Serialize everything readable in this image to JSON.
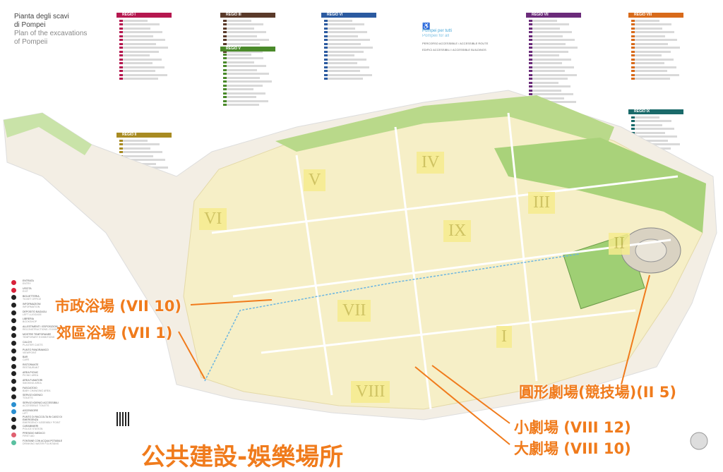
{
  "title": {
    "it": "Pianta degli scavi di Pompei",
    "en": "Plan of the excavations of Pompeii",
    "it_l1": "Pianta degli scavi",
    "it_l2": "di Pompei",
    "en_l1": "Plan of the excavations",
    "en_l2": "of Pompeii"
  },
  "regio_headers": [
    {
      "label": "REGIO I",
      "color": "#b5174f"
    },
    {
      "label": "REGIO II",
      "color": "#a88b22"
    },
    {
      "label": "REGIO III",
      "color": "#5a3a2a"
    },
    {
      "label": "REGIO V",
      "color": "#4a8a2a"
    },
    {
      "label": "REGIO VI",
      "color": "#2b5aa0"
    },
    {
      "label": "REGIO VII",
      "color": "#6b2b7a"
    },
    {
      "label": "REGIO VIII",
      "color": "#d86a1a"
    },
    {
      "label": "REGIO IX",
      "color": "#1a6a6a"
    }
  ],
  "accessibility": {
    "title_it": "Pompei per tutti",
    "title_en": "Pompeii for all",
    "route": "PERCORSO ACCESSIBILE / ACCESSIBLE ROUTE",
    "building": "EDIFICI ACCESSIBILI / ACCESSIBLE BUILDINGS"
  },
  "legend": [
    {
      "it": "ENTRATA",
      "en": "ENTRY",
      "color": "#d8223a"
    },
    {
      "it": "USCITA",
      "en": "EXIT",
      "color": "#d8223a"
    },
    {
      "it": "BIGLIETTERIA",
      "en": "TICKET OFFICE",
      "color": "#222"
    },
    {
      "it": "INFORMAZIONI",
      "en": "INFORMATION",
      "color": "#222"
    },
    {
      "it": "DEPOSITO BAGAGLI",
      "en": "LEFT LUGGAGE",
      "color": "#222"
    },
    {
      "it": "LIBRERIA",
      "en": "BOOKSHOP",
      "color": "#222"
    },
    {
      "it": "ALLESTIMENTI / ESPOSIZIONI",
      "en": "RECONSTRUCTIONS / EXHIBITS",
      "color": "#222"
    },
    {
      "it": "MOSTRE TEMPORANEE",
      "en": "TEMPORARY EXHIBITIONS",
      "color": "#222"
    },
    {
      "it": "CALCHI",
      "en": "PLASTER CASTS",
      "color": "#222"
    },
    {
      "it": "PUNTO PANORAMICO",
      "en": "VIEWPOINT",
      "color": "#222"
    },
    {
      "it": "BAR",
      "en": "CAFE",
      "color": "#222"
    },
    {
      "it": "RISTORANTE",
      "en": "RESTAURANT",
      "color": "#222"
    },
    {
      "it": "AREA PICNIC",
      "en": "PICNIC AREA",
      "color": "#222"
    },
    {
      "it": "AREA FUMATORI",
      "en": "SMOKING AREA",
      "color": "#222"
    },
    {
      "it": "FASCIATOIO",
      "en": "BABY CHANGING AREA",
      "color": "#222"
    },
    {
      "it": "SERVIZI IGIENICI",
      "en": "TOILETS",
      "color": "#222"
    },
    {
      "it": "SERVIZI IGIENICI ACCESSIBILI",
      "en": "ACCESSIBLE TOILETS",
      "color": "#2a8fd0"
    },
    {
      "it": "ASCENSORE",
      "en": "LIFT",
      "color": "#2a8fd0"
    },
    {
      "it": "PUNTO DI RACCOLTA IN CASO DI EMERGENZA",
      "en": "EMERGENCY ASSEMBLY POINT",
      "color": "#222"
    },
    {
      "it": "CARABINIERI",
      "en": "POLICE STATION",
      "color": "#222"
    },
    {
      "it": "PRESIDIO MEDICO",
      "en": "FIRST AID",
      "color": "#e06070"
    },
    {
      "it": "FONTANE CON ACQUA POTABILE",
      "en": "DRINKING WATER FOUNTAINS",
      "color": "#5ac0a0"
    }
  ],
  "regions": [
    "V",
    "IV",
    "VI",
    "IX",
    "III",
    "II",
    "VII",
    "I",
    "VIII"
  ],
  "annotations": {
    "baths_forum": "市政浴場 (VII 10)",
    "baths_suburban": "郊區浴場 (VII 1)",
    "amphitheatre": "圓形劇場(競技場)(II 5)",
    "small_theatre": "小劇場 (VIII 12)",
    "large_theatre": "大劇場 (VIII 10)",
    "caption": "公共建設-娛樂場所"
  }
}
